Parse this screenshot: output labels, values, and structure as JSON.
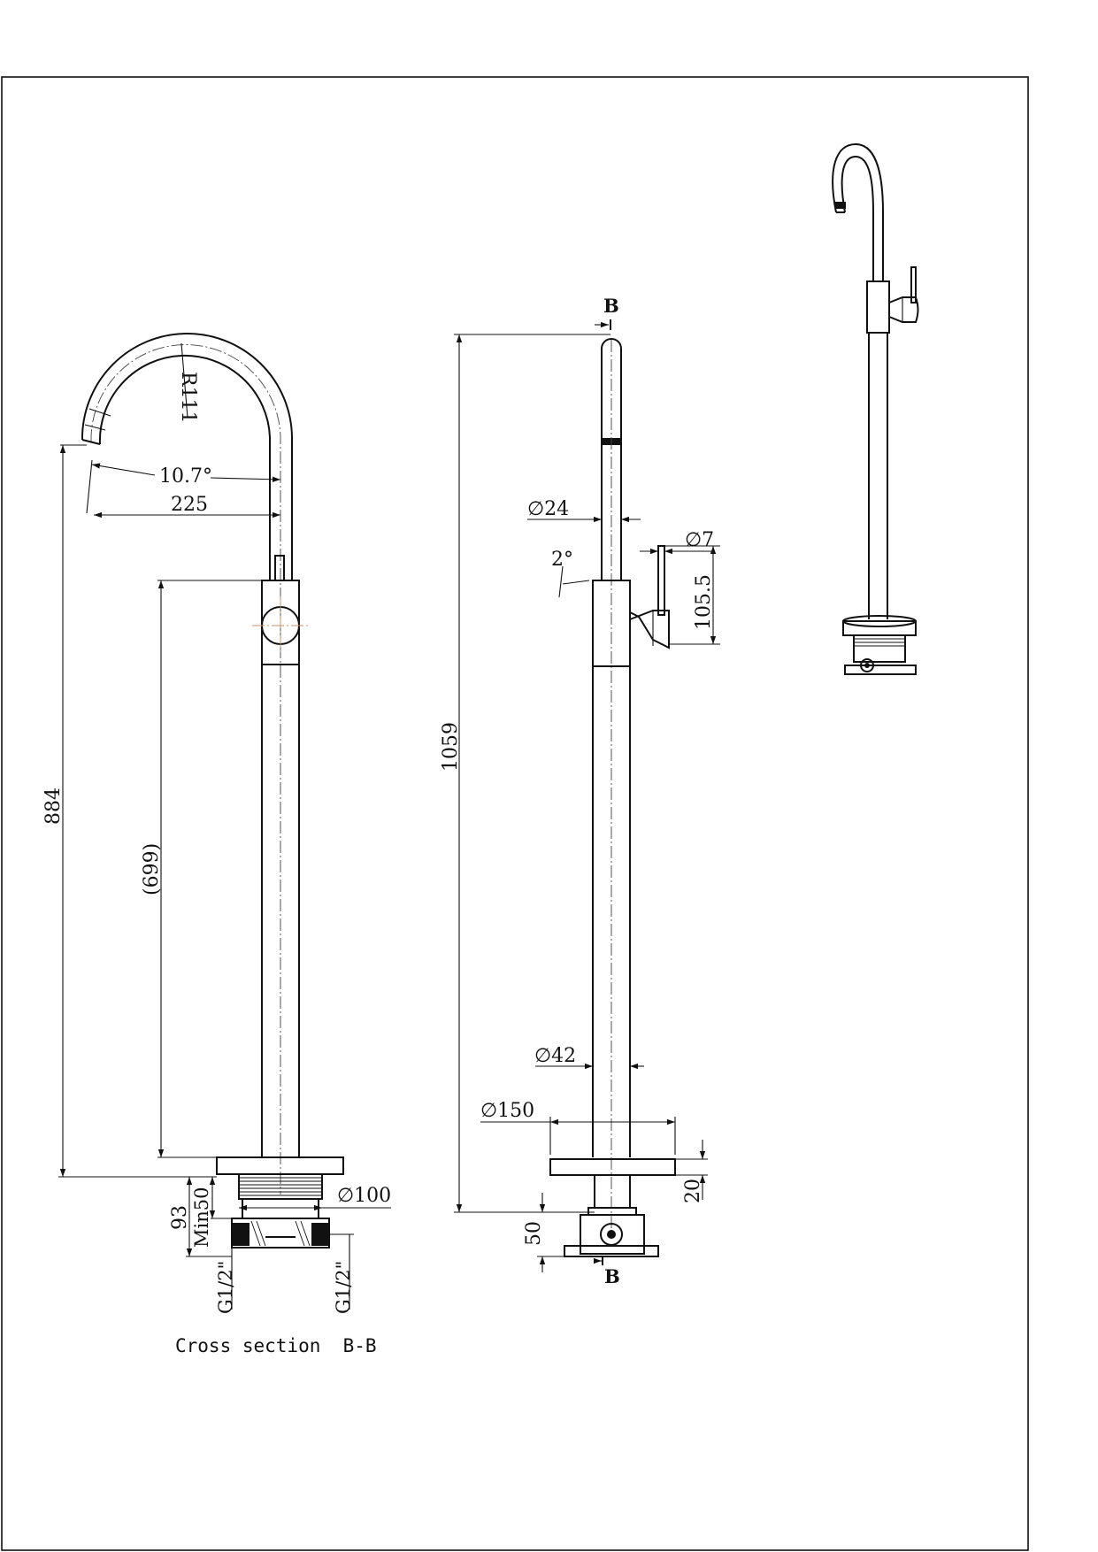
{
  "drawing": {
    "side_view": {
      "dimensions": {
        "radius": "R111",
        "angle": "10.7°",
        "spout_reach": "225",
        "total_height": "884",
        "body_height": "(699)",
        "base_depth": "93",
        "min_depth": "Min50",
        "box_diameter": "∅100",
        "inlet_left": "G1/2\"",
        "inlet_right": "G1/2\""
      },
      "caption": "Cross section  B-B"
    },
    "front_view": {
      "section_marker_top": "B",
      "section_marker_bottom": "B",
      "dimensions": {
        "overall_height": "1059",
        "tube_diameter": "∅24",
        "lever_diameter": "∅7",
        "lever_angle": "2°",
        "lever_height": "105.5",
        "body_diameter": "∅42",
        "base_diameter": "∅150",
        "base_thickness": "20",
        "box_depth": "50"
      }
    }
  }
}
